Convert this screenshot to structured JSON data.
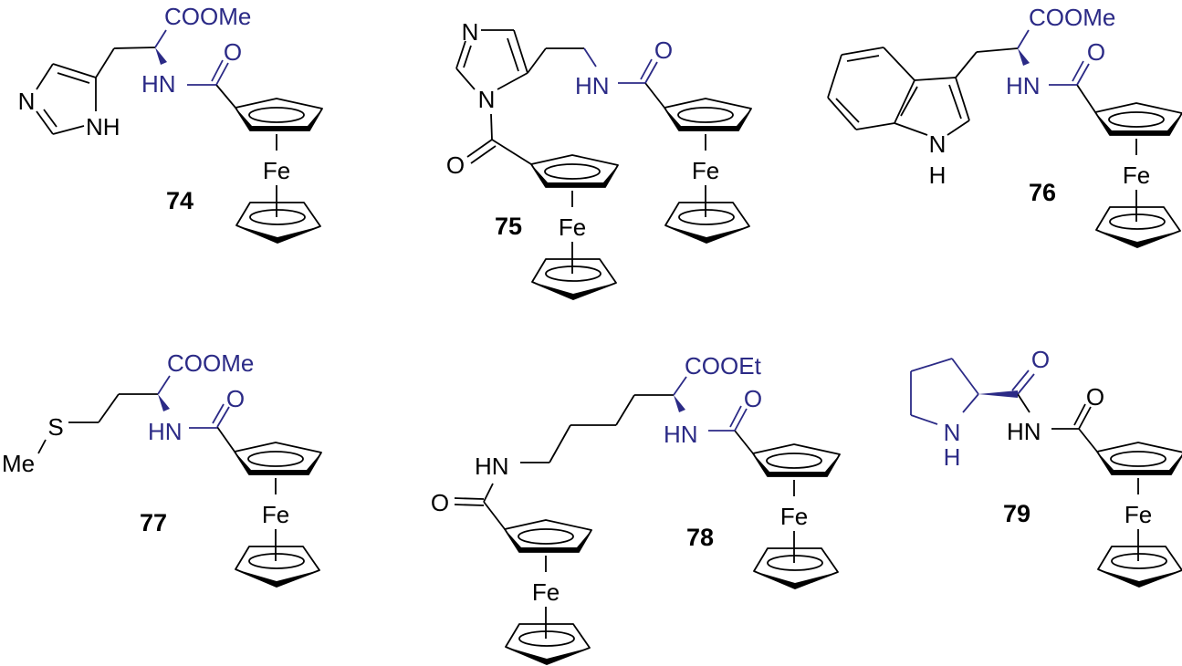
{
  "common": {
    "fe": "Fe"
  },
  "colors": {
    "highlight": "#2b2a86",
    "default": "#000000"
  },
  "c74": {
    "label": "74",
    "ester": "COOMe",
    "hn": "HN",
    "o": "O",
    "n": "N",
    "nh": "NH"
  },
  "c75": {
    "label": "75",
    "n_top": "N",
    "n_ring": "N",
    "hn": "HN",
    "o_amide": "O",
    "o_acyl": "O"
  },
  "c76": {
    "label": "76",
    "ester": "COOMe",
    "hn": "HN",
    "o": "O",
    "n": "N",
    "h": "H"
  },
  "c77": {
    "label": "77",
    "ester": "COOMe",
    "hn": "HN",
    "o": "O",
    "s": "S",
    "me": "Me"
  },
  "c78": {
    "label": "78",
    "ester": "COOEt",
    "hn": "HN",
    "o": "O",
    "hn2": "HN",
    "o2": "O"
  },
  "c79": {
    "label": "79",
    "n": "N",
    "h": "H",
    "o_pro": "O",
    "hn": "HN",
    "o": "O"
  }
}
